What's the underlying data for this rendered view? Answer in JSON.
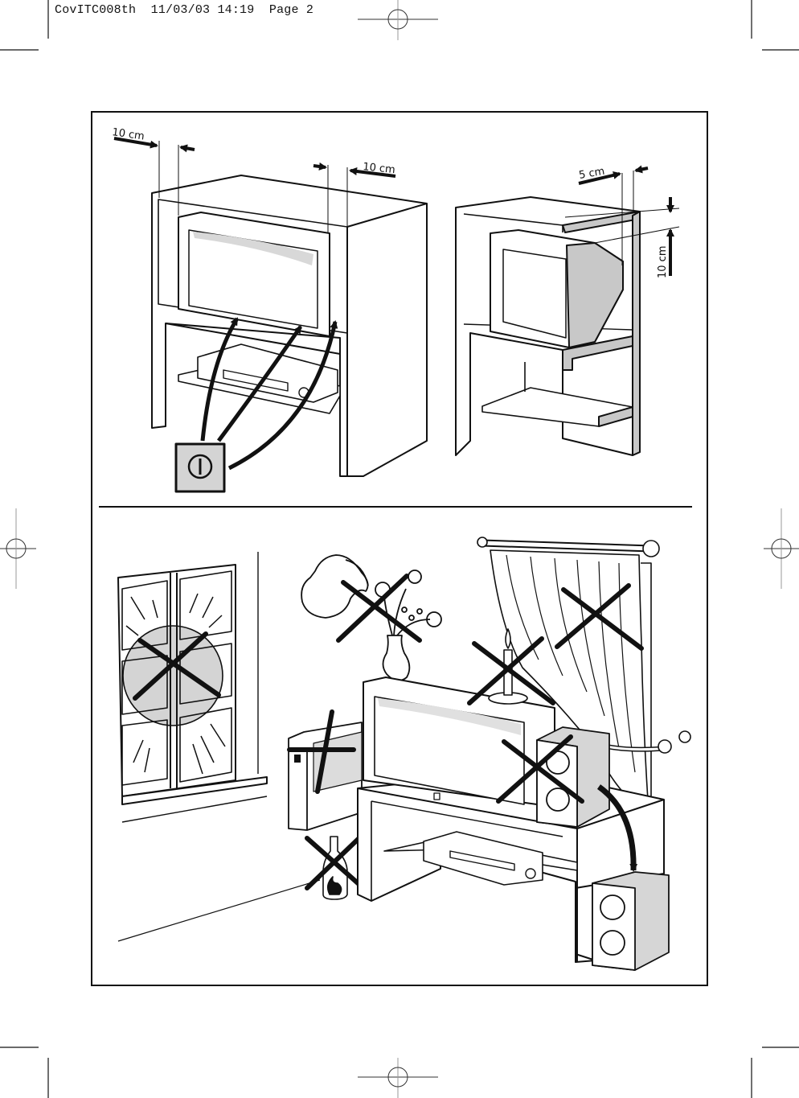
{
  "print_header": {
    "file_name": "CovITC008th",
    "date": "11/03/03",
    "time": "14:19",
    "page_label": "Page 2"
  },
  "panels": {
    "ventilation": {
      "description": "Clearance requirements for TV installed in a cabinet",
      "clearances": {
        "left_side": "10 cm",
        "right_side": "10 cm",
        "rear": "5 cm",
        "top": "10 cm"
      },
      "power_symbol": "power-button-icon"
    },
    "hazards": {
      "description": "Do not place the set near the following",
      "crossed_items": [
        "direct-sunlight-window",
        "liquids-jug-and-vase",
        "naked-flame-candle",
        "curtains",
        "heater-radiator",
        "flammable-bottle",
        "speaker-next-to-tv"
      ],
      "allowed_action": "move-speaker-away-from-tv"
    }
  },
  "colors": {
    "ink": "#111111",
    "shade": "#cfcfcf",
    "paper": "#ffffff"
  }
}
